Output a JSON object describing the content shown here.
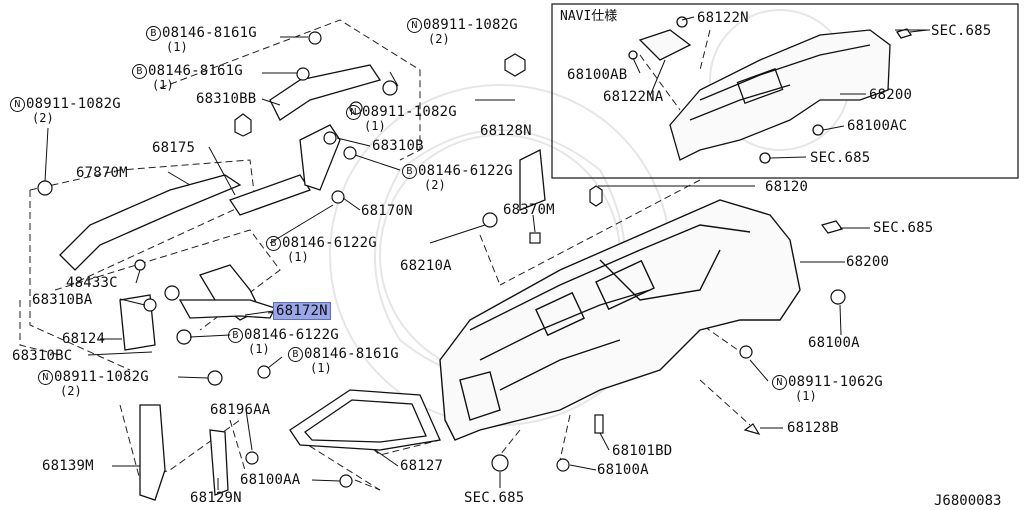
{
  "diagram": {
    "inset_title": "NAVI仕様",
    "diagram_code": "J6800083",
    "labels": {
      "b_08146_8161g_1": {
        "prefix": "B",
        "text": "08146-8161G",
        "qty": "(1)"
      },
      "b_08146_8161g_2": {
        "prefix": "B",
        "text": "08146-8161G",
        "qty": "(1)"
      },
      "n_08911_1082g_top": {
        "prefix": "N",
        "text": "08911-1082G",
        "qty": "(2)"
      },
      "n_08911_1082g_left": {
        "prefix": "N",
        "text": "08911-1082G",
        "qty": "(2)"
      },
      "n_08911_1082g_mid": {
        "prefix": "N",
        "text": "08911-1082G",
        "qty": "(1)"
      },
      "b_08146_6122g_a": {
        "prefix": "B",
        "text": "08146-6122G",
        "qty": "(2)"
      },
      "b_08146_6122g_b": {
        "prefix": "B",
        "text": "08146-6122G",
        "qty": "(1)"
      },
      "b_08146_6122g_c": {
        "prefix": "B",
        "text": "08146-6122G",
        "qty": "(1)"
      },
      "b_08146_8161g_3": {
        "prefix": "B",
        "text": "08146-8161G",
        "qty": "(1)"
      },
      "n_08911_1082g_low": {
        "prefix": "N",
        "text": "08911-1082G",
        "qty": "(2)"
      },
      "n_08911_1062g": {
        "prefix": "N",
        "text": "08911-1062G",
        "qty": "(1)"
      },
      "p68310bb": "68310BB",
      "p68128n": "68128N",
      "p68175": "68175",
      "p67870m": "67870M",
      "p68310b": "68310B",
      "p68170n": "68170N",
      "p48433c": "48433C",
      "p68310ba": "68310BA",
      "p68124": "68124",
      "p68310bc": "68310BC",
      "p68172n": "68172N",
      "p68370m": "68370M",
      "p68120": "68120",
      "p68210a": "68210A",
      "p68200": "68200",
      "p68200_inset": "68200",
      "p68100a_r": "68100A",
      "p68100a_b": "68100A",
      "p68128b": "68128B",
      "p68101bd": "68101BD",
      "p68196aa": "68196AA",
      "p68139m": "68139M",
      "p68129n": "68129N",
      "p68100aa": "68100AA",
      "p68127": "68127",
      "sec685_bottom": "SEC.685",
      "sec685_right": "SEC.685",
      "sec685_inset_top": "SEC.685",
      "sec685_inset_bottom": "SEC.685",
      "p68122n": "68122N",
      "p68100ab": "68100AB",
      "p68122na": "68122NA",
      "p68100ac": "68100AC"
    },
    "highlight_color": "#9aa6e6"
  }
}
